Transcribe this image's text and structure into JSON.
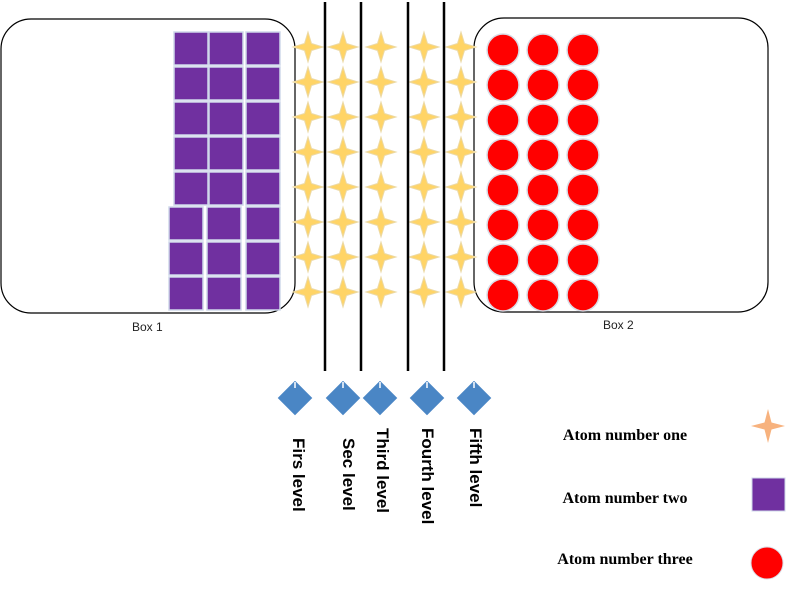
{
  "boxes": [
    {
      "label": "Box 1",
      "atom": "atom-two",
      "columns": 3,
      "rows": 8
    },
    {
      "label": "Box 2",
      "atom": "atom-three",
      "columns": 3,
      "rows": 8
    }
  ],
  "levels": [
    {
      "label": "Firs level",
      "stars": 8
    },
    {
      "label": "Sec  level",
      "stars": 8
    },
    {
      "label": "Third level",
      "stars": 8
    },
    {
      "label": "Fourth level",
      "stars": 8
    },
    {
      "label": "Fifth level",
      "stars": 8
    }
  ],
  "legend": [
    {
      "label": "Atom number one",
      "icon": "star-icon"
    },
    {
      "label": "Atom number  two",
      "icon": "square-icon"
    },
    {
      "label": "Atom number three",
      "icon": "circle-icon"
    }
  ],
  "colors": {
    "atom_one": "#FFD466",
    "atom_one_legend": "#F7B27E",
    "atom_two": "#7030A0",
    "atom_three": "#FF0000",
    "marker": "#4A86C5",
    "barrier": "#000000"
  }
}
